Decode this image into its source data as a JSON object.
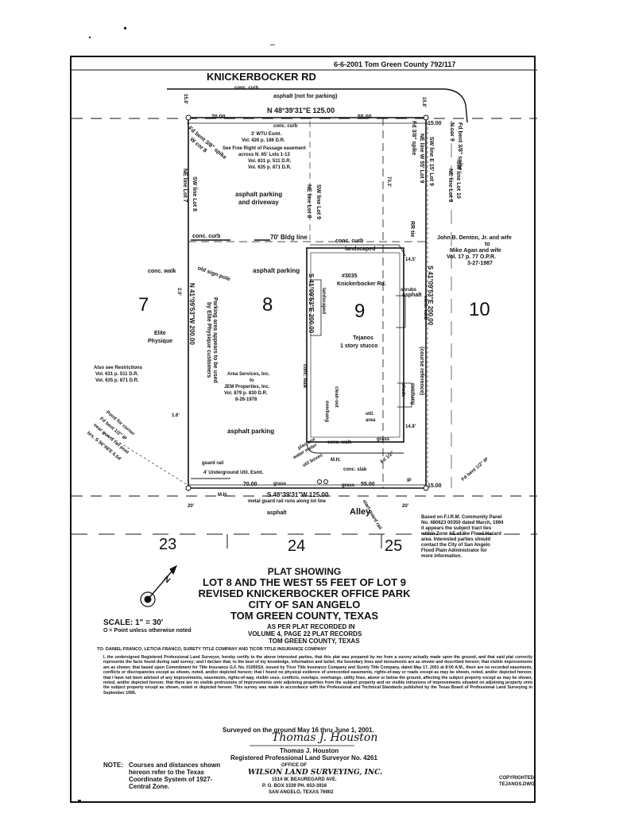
{
  "header": {
    "record": "6-6-2001 Tom Green County   792/117",
    "road": "KNICKERBOCKER RD"
  },
  "plat": {
    "conc_curb": "conc. curb",
    "asphalt_not_parking": "asphalt (not for parking)",
    "bearing_top": "N 48°39'31\"E  125.00",
    "dim_70_top": "70.00",
    "dim_55_top": "55.00",
    "dim_15_top": "15.00",
    "dim_15_8_left": "15.8'",
    "dim_15_8_right": "15.8'",
    "utu_esmt": "3' WTU Esmt.",
    "utu_vol": "Vol. 426 p. 186 D.R.",
    "free_row_1": "See Free Right of Passage easement",
    "free_row_2": "across N. 65' Lots 1-13",
    "free_row_3": "Vol. 631 p. 511 D.R.",
    "free_row_4": "Vol. 635 p. 871 D.R.",
    "fd_bent_spike": "Fd bent 3/8\" spike",
    "w_cor_8": "W cor 8",
    "sw_line_lot8": "SW line Lot 8",
    "ne_line_lot7": "NE line Lot 7",
    "asphalt_parking_driveway_1": "asphalt parking",
    "asphalt_parking_driveway_2": "and driveway",
    "sw_line_lot9": "SW line Lot 9",
    "ne_line_lot8": "NE line Lot 8",
    "fd_38_spike": "Fd 3/8\" spike",
    "ne_line_w55": "NE line W 55' Lot 9",
    "sw_line_e15": "SW line E 15' Lot 9",
    "fd_bent_38_spike_r": "Fd bent 3/8\" spike",
    "n_cor_9": "N cor 9",
    "sw_line_lot10": "SW line Lot 10",
    "ne_line_lot9": "NE line Lot 9",
    "dim_73": "73.3'",
    "bldg_line": "70' Bldg line",
    "rr_tie": "RR tie",
    "landscaped": "landscaped",
    "dim_14_5": "14.5'",
    "denton_1": "John B. Denton, Jr. and wife",
    "denton_2": "to",
    "denton_3": "Mike Agan and wife",
    "denton_4": "Vol. 17 p. 77 O.P.R.",
    "denton_5": "3-27-1987",
    "conc_walk_left": "conc. walk",
    "old_sign_pole": "old sign pole",
    "asphalt_parking_mid": "asphalt parking",
    "lot7": "7",
    "lot8": "8",
    "lot9": "9",
    "lot10": "10",
    "dim_2_0": "2.0'",
    "bearing_left": "N 41°09'53\"W  200.00",
    "bearing_mid": "S 41°09'53\"E  200.00",
    "bearing_right": "S 41°09'53\"E  200.00",
    "course_ref": "(course reference)",
    "parking_area_1": "Parking area appears to be used",
    "parking_area_2": "by Elite Physique customers",
    "address_1": "#3035",
    "address_2": "Knickerbocker Rd.",
    "shrubs": "shrubs",
    "asphalt_right": "asphalt",
    "conc_curb_right": "conc. curb",
    "landscaped_v": "landscaped",
    "tejanos_1": "Tejanos",
    "tejanos_2": "1 story stucco",
    "elite_1": "Elite",
    "elite_2": "Physique",
    "restrict_1": "Also see Restrictions",
    "restrict_2": "Vol. 631 p. 511 D.R.",
    "restrict_3": "Vol. 635 p. 871 D.R.",
    "area_1": "Area Services, Inc.",
    "area_2": "to",
    "area_3": "JEM Properties, Inc.",
    "area_4": "Vol. 879 p. 830 D.R.",
    "area_5": "8-26-1978",
    "conc_walk_v": "conc. walk",
    "clean_out": "clean-out",
    "overhang_l": "overhang",
    "overhang_r": "overhang",
    "shade": "shade",
    "util_area_1": "util.",
    "util_area_2": "area",
    "dim_1_6": "1.6'",
    "dim_14_8": "14.8'",
    "asphalt_parking_low": "asphalt parking",
    "conc_walk_low": "conc. walk",
    "grass_low": "grass",
    "point_corner_1": "Point for corner",
    "point_corner_2": "Fd bent 1/2\" IP",
    "point_corner_3": "near guard rail post",
    "point_corner_4": "brs. S 56°48'E 0.54'",
    "guard_rail": "guard rail",
    "underground": "4' Underground Util. Esmt.",
    "plac_box": "plac box",
    "water_meter": "water meter",
    "util_boxes": "util boxes",
    "mh_1": "M.H.",
    "conc_slab": "conc. slab",
    "fd_half": "Fd 1/2\"",
    "ip": "IP",
    "fd_bent_half": "Fd bent 1/2\" IP",
    "mh_2": "M.H.",
    "dim_70_bot": "70.00",
    "grass_1": "grass",
    "grass_2": "grass",
    "dim_55_bot": "55.00",
    "dim_15_bot": "15.00",
    "bearing_bottom": "S 48°39'31\"W  125.00",
    "guard_rail_note": "metal guard rail runs along lot line",
    "start_guard": "start guard rail",
    "dim_20_l": "20'",
    "dim_20_r": "20'",
    "asphalt_bot": "asphalt",
    "alley": "Alley",
    "lot23": "23",
    "lot24": "24",
    "lot25": "25",
    "firm_1": "Based on F.I.R.M. Community Panel",
    "firm_2": "No. 480623 00350 dated March, 1994",
    "firm_3": "it appears the subject tract lies",
    "firm_4": "within Zone AE of the Flood Hazard",
    "firm_5": "area. Interested parties should",
    "firm_6": "contact the City of San Angelo",
    "firm_7": "Flood Plain Administrator for",
    "firm_8": "more information."
  },
  "title_block": {
    "line1": "PLAT SHOWING",
    "line2": "LOT 8 AND THE WEST 55 FEET OF LOT 9",
    "line3": "REVISED KNICKERBOCKER OFFICE PARK",
    "line4": "CITY OF SAN ANGELO",
    "line5": "TOM GREEN COUNTY, TEXAS",
    "scale": "SCALE: 1\" = 30'",
    "point_note": "O = Point unless otherwise noted",
    "rec1": "AS PER PLAT RECORDED IN",
    "rec2": "VOLUME 4, PAGE 22 PLAT RECORDS",
    "rec3": "TOM GREEN COUNTY, TEXAS",
    "north": "N"
  },
  "certificate": {
    "to_line": "TO:  DANIEL FRANCO, LETICIA FRANCO, SURETY TITLE COMPANY AND TICOR TITLE INSURANCE COMPANY",
    "body": "I, the undersigned Registered Professional Land Surveyor, hereby certify to the above interested parties, that this plat was prepared by me from a survey actually made upon the ground, and that said plat correctly represents the facts found during said survey; and I declare that, to the best of my knowledge, information and belief, the boundary lines and monuments are as shown and described hereon; that visible improvements are as shown; that based upon Commitment for Title Insurance G.F. No. 01050SX, issued by Ticor Title Insurance Company and Surety Title Company, dated May 17, 2001 at 8:00 A.M., there are no recorded easements, conflicts or discrepancies except as shown, noted, and/or depicted hereon; that I found no physical evidence of unrecorded easements, rights-of-way or roads except as may be shown, noted, and/or depicted hereon; that I have not been advised of any improvements, easements, rights-of-way, visible uses, conflicts, overlaps, overhangs, utility lines, above or below the ground, affecting the subject property except as may be shown, noted, and/or depicted hereon; that there are no visible protrusions of improvements onto adjoining properties from the subject property and no visible intrusions of improvements situated on adjoining property onto the subject property except as shown, noted or depicted hereon. This survey was made in accordance with the Professional and Technical Standards published by the Texas Board of Professional Land Surveying in September 1995.",
    "surveyed": "Surveyed on the ground May 16 thru June 1, 2001.",
    "signature": "Thomas J. Houston",
    "name": "Thomas J. Houston",
    "reg": "Registered Professional Land Surveyor No. 4261",
    "office": "OFFICE OF",
    "company": "WILSON LAND SURVEYING, INC.",
    "addr1": "1514 W. BEAUREGARD AVE.",
    "addr2": "P. O. BOX 3339    PH. 653-3916",
    "addr3": "SAN ANGELO, TEXAS 76902"
  },
  "footer": {
    "note_label": "NOTE:",
    "note_1": "Courses and distances shown",
    "note_2": "hereon refer to the Texas",
    "note_3": "Coordinate System of 1927-",
    "note_4": "Central Zone.",
    "copyright_1": "COPYRIGHTED",
    "copyright_2": "TEJANOS.DWG"
  }
}
